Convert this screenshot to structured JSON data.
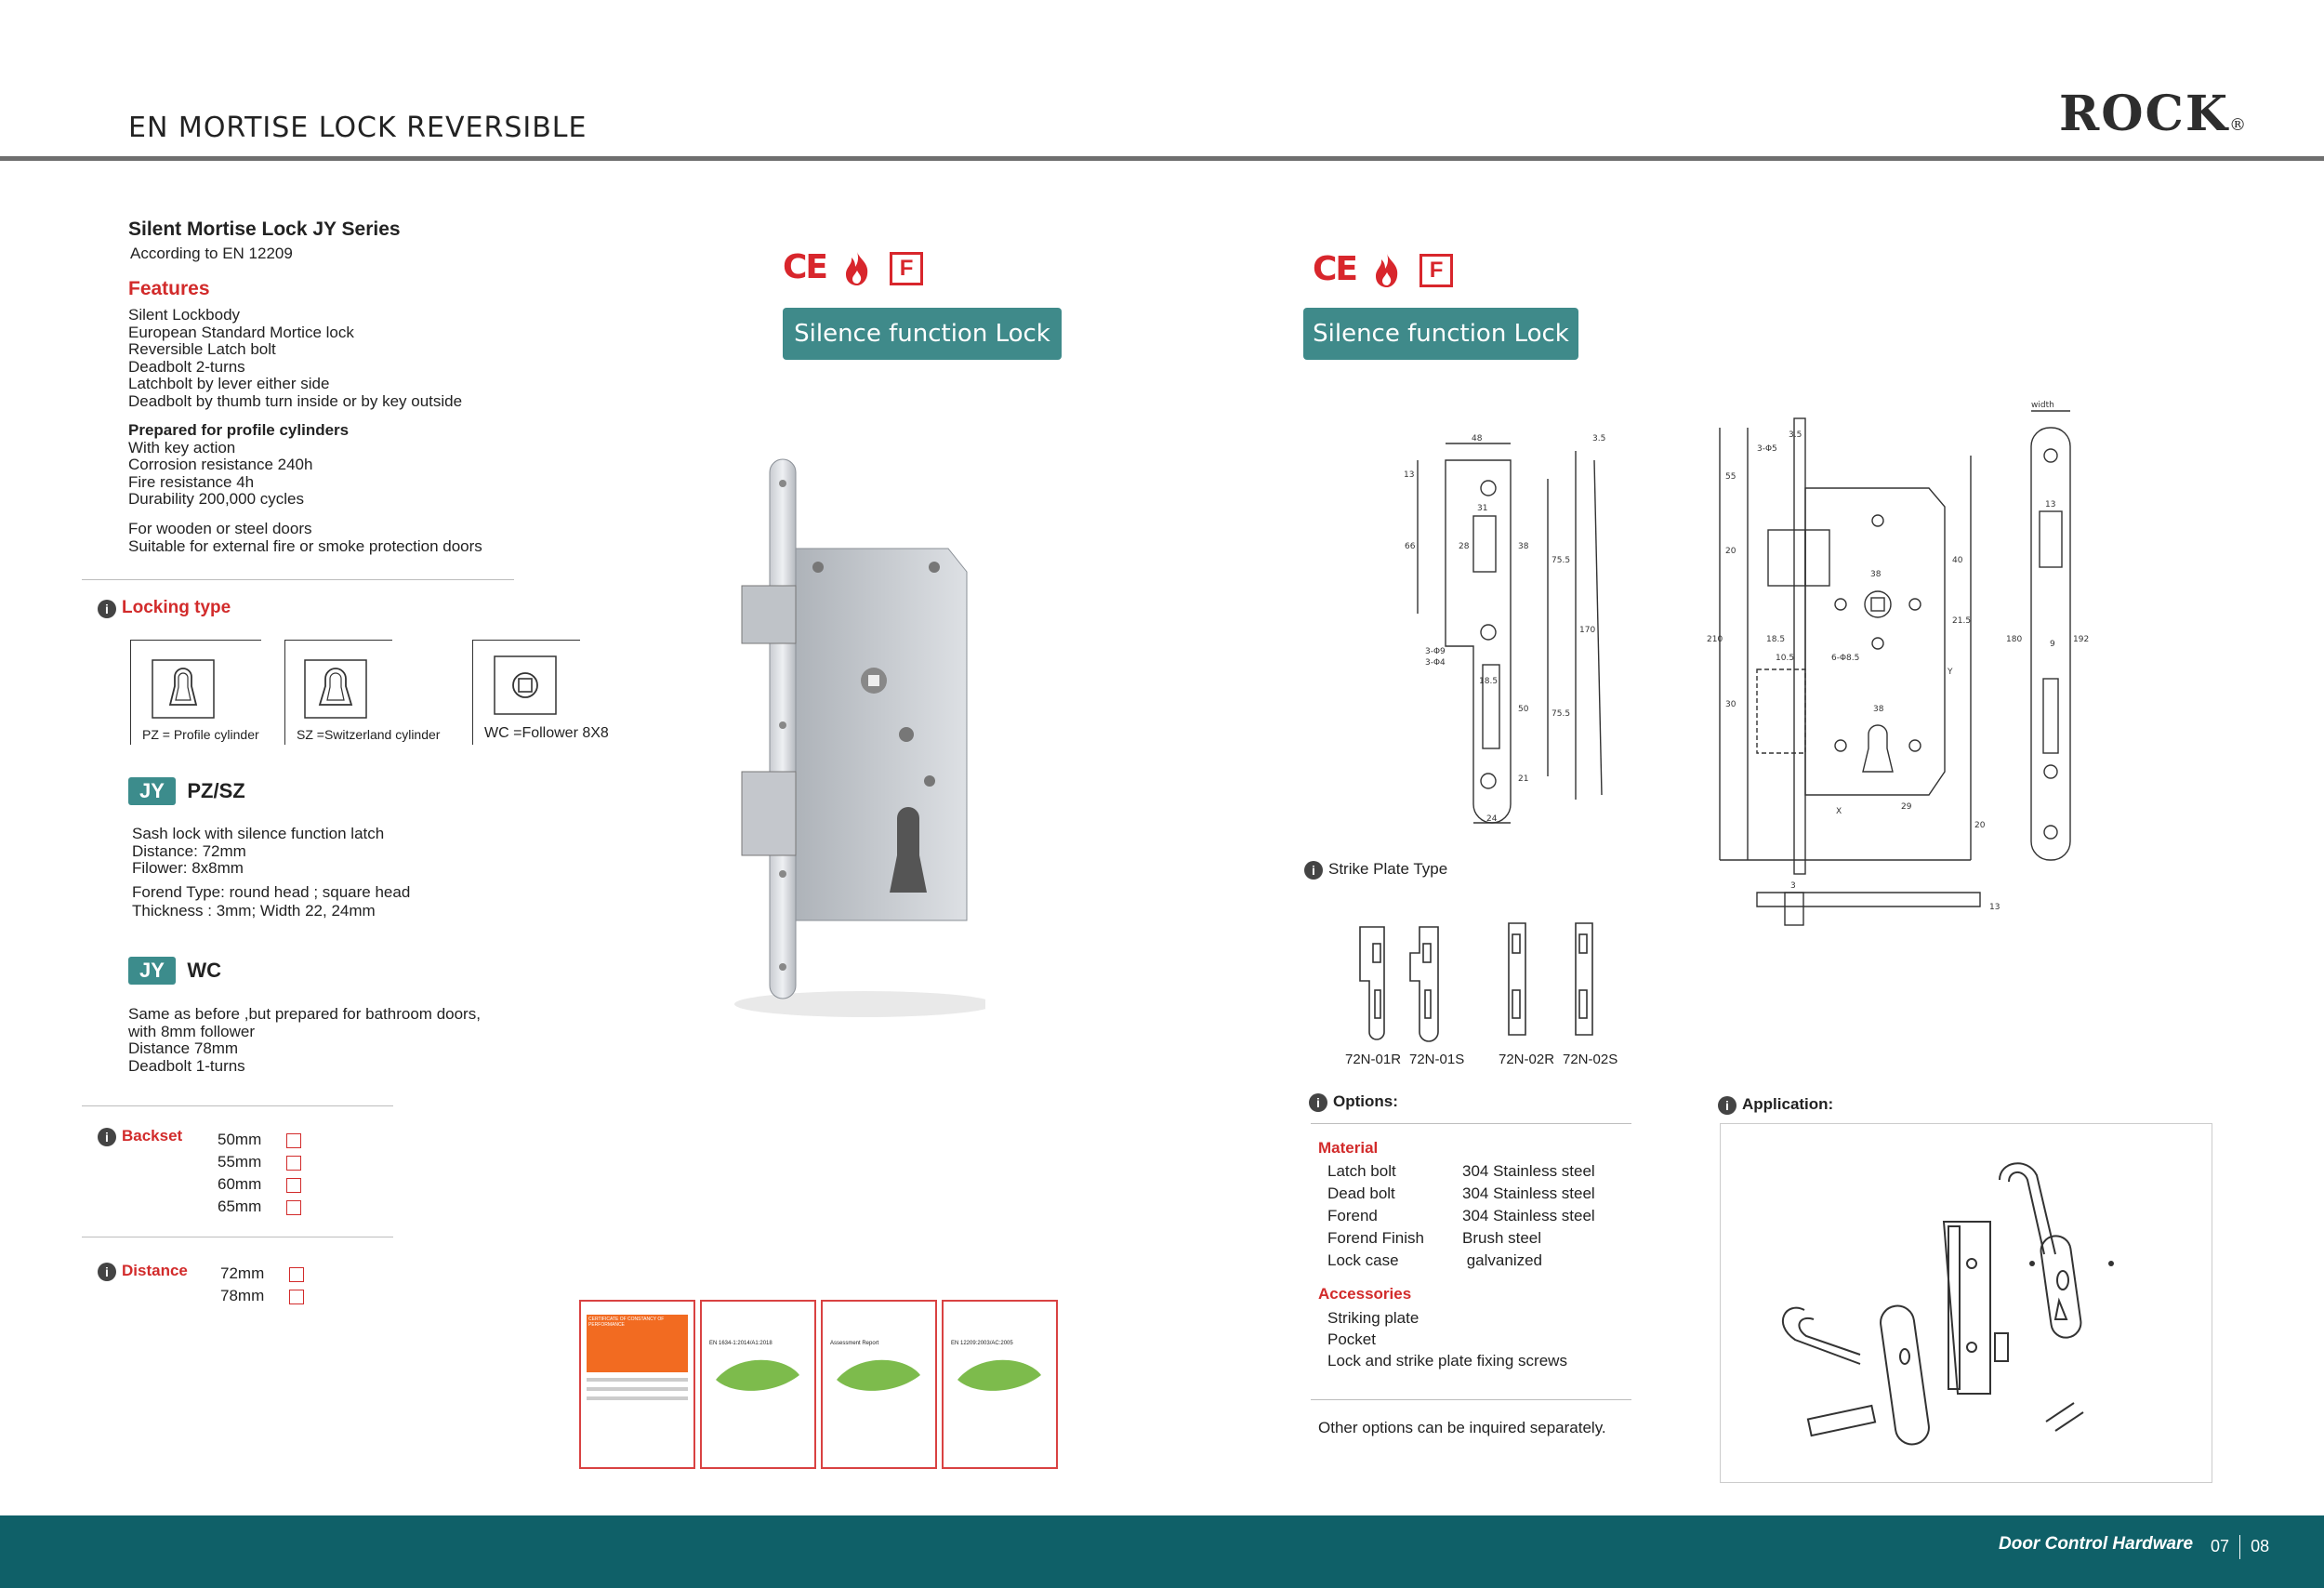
{
  "header": {
    "title": "EN MORTISE LOCK  REVERSIBLE",
    "brand": "ROCK",
    "brand_mark": "®"
  },
  "product": {
    "title": "Silent  Mortise Lock  JY Series",
    "standard": "According to EN 12209"
  },
  "features": {
    "heading": "Features",
    "group1": [
      "Silent  Lockbody",
      "European Standard Mortice lock",
      "Reversible Latch bolt",
      "Deadbolt 2-turns",
      "Latchbolt by lever either side",
      "Deadbolt by thumb turn inside or by key outside"
    ],
    "group2_title": "Prepared for profile cylinders",
    "group2": [
      "With key action",
      "Corrosion resistance 240h",
      "Fire resistance 4h",
      "Durability 200,000 cycles"
    ],
    "group3": [
      "For wooden or steel doors",
      "Suitable for external fire or smoke protection doors"
    ]
  },
  "locking_type": {
    "heading": "Locking type",
    "items": [
      {
        "label": "PZ = Profile cylinder"
      },
      {
        "label": "SZ =Switzerland cylinder"
      },
      {
        "label": "WC =Follower 8X8"
      }
    ]
  },
  "jy_pzsz": {
    "badge": "JY",
    "title": "PZ/SZ",
    "lines": [
      "Sash lock with silence function latch",
      "Distance: 72mm",
      "Filower:   8x8mm"
    ],
    "lines2": [
      "Forend Type:   round head ; square head",
      "Thickness :     3mm; Width  22, 24mm"
    ]
  },
  "jy_wc": {
    "badge": "JY",
    "title": "WC",
    "lines": [
      "Same as before ,but prepared for bathroom doors,",
      "with 8mm follower",
      "Distance 78mm",
      "Deadbolt 1-turns"
    ]
  },
  "backset": {
    "label": "Backset",
    "options": [
      "50mm",
      "55mm",
      "60mm",
      "65mm"
    ]
  },
  "distance": {
    "label": "Distance",
    "options": [
      "72mm",
      "78mm"
    ]
  },
  "silence_label": "Silence function Lock",
  "cert_marks": {
    "ce": "CE",
    "f": "F"
  },
  "strike_plate": {
    "heading": "Strike Plate Type",
    "items": [
      "72N-01R",
      "72N-01S",
      "72N-02R",
      "72N-02S"
    ]
  },
  "options": {
    "heading": "Options:",
    "material_heading": "Material",
    "material": [
      {
        "k": "Latch bolt",
        "v": "304 Stainless steel"
      },
      {
        "k": "Dead bolt",
        "v": "304 Stainless steel"
      },
      {
        "k": "Forend",
        "v": "304 Stainless steel"
      },
      {
        "k": "Forend Finish",
        "v": "Brush steel"
      },
      {
        "k": "Lock case",
        "v": " galvanized"
      }
    ],
    "accessories_heading": "Accessories",
    "accessories": [
      "Striking plate",
      "Pocket",
      "Lock and strike plate fixing screws"
    ],
    "note": "Other options can be inquired separately."
  },
  "application": {
    "heading": "Application:"
  },
  "drawing": {
    "dims_left": [
      "48",
      "3.5",
      "13",
      "31",
      "28",
      "66",
      "38",
      "75.5",
      "170",
      "3-Φ9",
      "3-Φ4",
      "18.5",
      "50",
      "75.5",
      "21",
      "24"
    ],
    "dims_right": [
      "width",
      "3-Φ5",
      "3.5",
      "55",
      "20",
      "38",
      "40",
      "21.5",
      "6-Φ8.5",
      "18.5",
      "10.5",
      "30",
      "210",
      "Y",
      "38",
      "X",
      "29",
      "20",
      "3",
      "13",
      "9",
      "13",
      "180",
      "192"
    ]
  },
  "certificates": [
    {
      "title": "CERTIFICATE OF CONSTANCY OF PERFORMANCE"
    },
    {
      "title": "EN 1634-1:2014/A1:2018"
    },
    {
      "title": "Assessment Report"
    },
    {
      "title": "EN 12209:2003/AC:2005"
    }
  ],
  "footer": {
    "text": "Door Control Hardware",
    "page_left": "07",
    "page_right": "08"
  }
}
